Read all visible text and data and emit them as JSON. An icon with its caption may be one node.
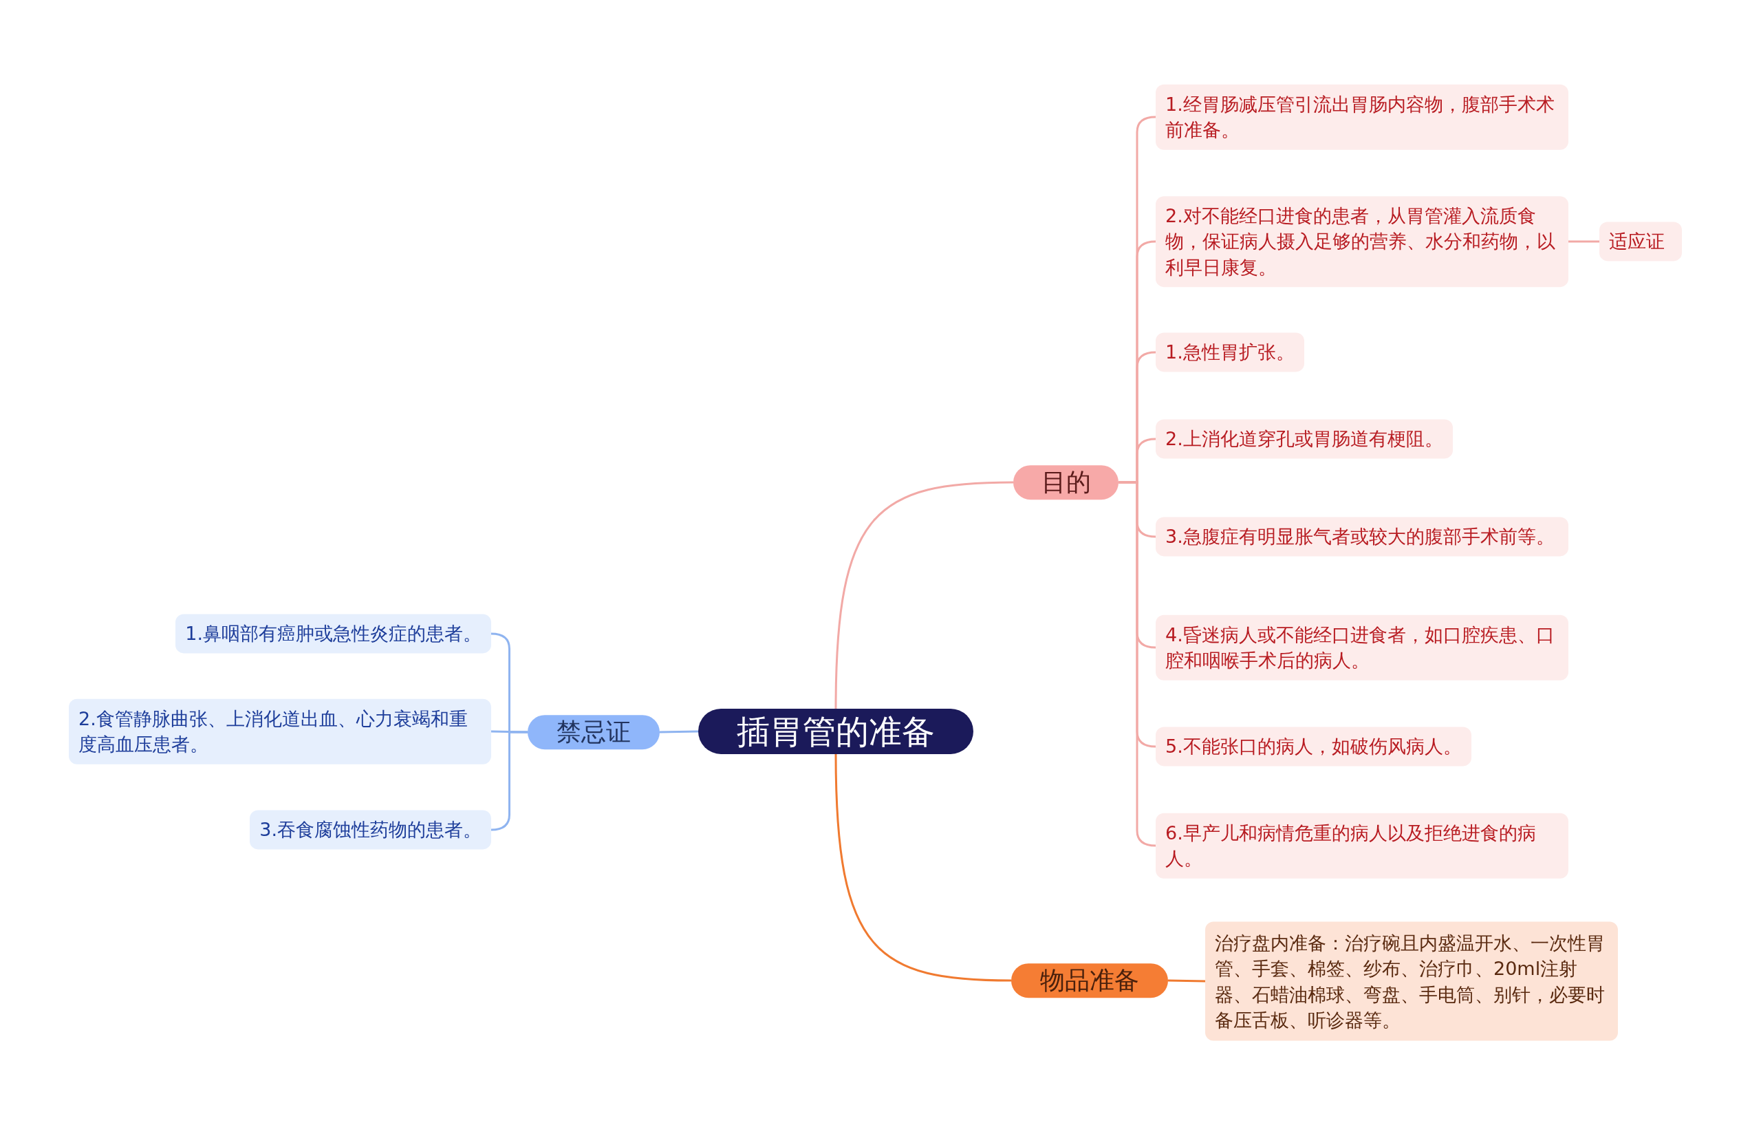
{
  "diagram": {
    "nodes": [
      {
        "text": [
          "插胃管的准备"
        ]
      },
      {
        "text": [
          "目的"
        ]
      },
      {
        "text": [
          "1.经胃肠减压管引流出胃肠内容物，腹部手术术前准备。"
        ]
      },
      {
        "text": [
          "2.对不能经口进食的患者，从胃管灌入流质食物，保证病人摄入足够的营养、水分和药物，以利早日康复。"
        ]
      },
      {
        "text": [
          "适应证"
        ]
      },
      {
        "text": [
          "1.急性胃扩张。"
        ]
      },
      {
        "text": [
          "2.上消化道穿孔或胃肠道有梗阻。"
        ]
      },
      {
        "text": [
          "3.急腹症有明显胀气者或较大的腹部手术前等。"
        ]
      },
      {
        "text": [
          "4.昏迷病人或不能经口进食者，如口腔疾患、口腔和咽喉手术后的病人。"
        ]
      },
      {
        "text": [
          "5.不能张口的病人，如破伤风病人。"
        ]
      },
      {
        "text": [
          "6.早产儿和病情危重的病人以及拒绝进食的病人。"
        ]
      },
      {
        "text": [
          "禁忌证"
        ]
      },
      {
        "text": [
          "1.鼻咽部有癌肿或急性炎症的患者。"
        ]
      },
      {
        "text": [
          "2.食管静脉曲张、上消化道出血、心力衰竭和重度高血压患者。"
        ]
      },
      {
        "text": [
          "3.吞食腐蚀性药物的患者。"
        ]
      },
      {
        "text": [
          "物品准备"
        ]
      },
      {
        "text": [
          "治疗盘内准备：治疗碗且内盛温开水、一次性胃管、手套、棉签、纱布、治疗巾、20ml注射器、石蜡油棉球、弯盘、手电筒、别针，必要时备压舌板、听诊器等。"
        ]
      }
    ],
    "edges": [
      {
        "from": 0,
        "to": 1,
        "arrow": "none"
      },
      {
        "from": 1,
        "to": 2,
        "arrow": "none"
      },
      {
        "from": 1,
        "to": 3,
        "arrow": "none"
      },
      {
        "from": 3,
        "to": 4,
        "arrow": "none"
      },
      {
        "from": 1,
        "to": 5,
        "arrow": "none"
      },
      {
        "from": 1,
        "to": 6,
        "arrow": "none"
      },
      {
        "from": 1,
        "to": 7,
        "arrow": "none"
      },
      {
        "from": 1,
        "to": 8,
        "arrow": "none"
      },
      {
        "from": 1,
        "to": 9,
        "arrow": "none"
      },
      {
        "from": 1,
        "to": 10,
        "arrow": "none"
      },
      {
        "from": 0,
        "to": 11,
        "arrow": "none",
        "color": "#8fb4f0"
      },
      {
        "from": 11,
        "to": 12,
        "arrow": "none",
        "color": "#8fb4f0"
      },
      {
        "from": 11,
        "to": 13,
        "arrow": "none",
        "color": "#8fb4f0"
      },
      {
        "from": 11,
        "to": 14,
        "arrow": "none",
        "color": "#8fb4f0"
      },
      {
        "from": 0,
        "to": 15,
        "arrow": "none",
        "color": "#f07a30"
      },
      {
        "from": 15,
        "to": 16,
        "arrow": "none",
        "color": "#f07a30"
      }
    ]
  }
}
